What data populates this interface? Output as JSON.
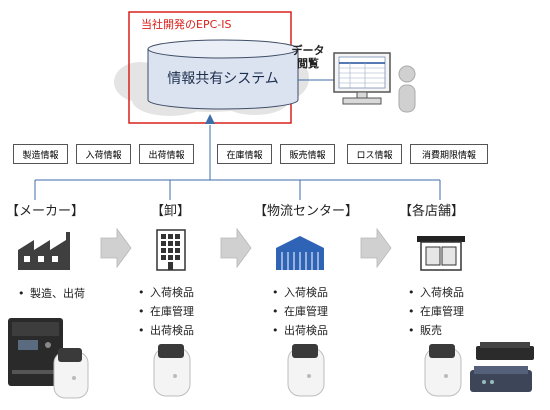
{
  "system": {
    "frame_label": "当社開発のEPC-IS",
    "db_label": "情報共有システム",
    "data_access_label": "データ閲覧"
  },
  "info_tags": [
    "製造情報",
    "入荷情報",
    "出荷情報",
    "在庫情報",
    "販売情報",
    "ロス情報",
    "消費期限情報"
  ],
  "stages": [
    {
      "name": "【メーカー】",
      "tasks": [
        "製造、出荷"
      ]
    },
    {
      "name": "【卸】",
      "tasks": [
        "入荷検品",
        "在庫管理",
        "出荷検品"
      ]
    },
    {
      "name": "【物流センター】",
      "tasks": [
        "入荷検品",
        "在庫管理",
        "出荷検品"
      ]
    },
    {
      "name": "【各店舗】",
      "tasks": [
        "入荷検品",
        "在庫管理",
        "販売"
      ]
    }
  ],
  "icons": [
    "factory-icon",
    "building-icon",
    "warehouse-icon",
    "store-icon",
    "arrow-right-icon",
    "printer-icon",
    "handheld-reader-icon",
    "network-device-icon",
    "computer-monitor-icon",
    "person-icon",
    "cloud-icon",
    "database-icon"
  ],
  "colors": {
    "frame": "#d9211b",
    "db": "#dbe3f1",
    "cloud": "#e4e4e4",
    "connector": "#3d6ea7",
    "arrow": "#d0d0d0",
    "warehouse": "#2f63b6"
  }
}
